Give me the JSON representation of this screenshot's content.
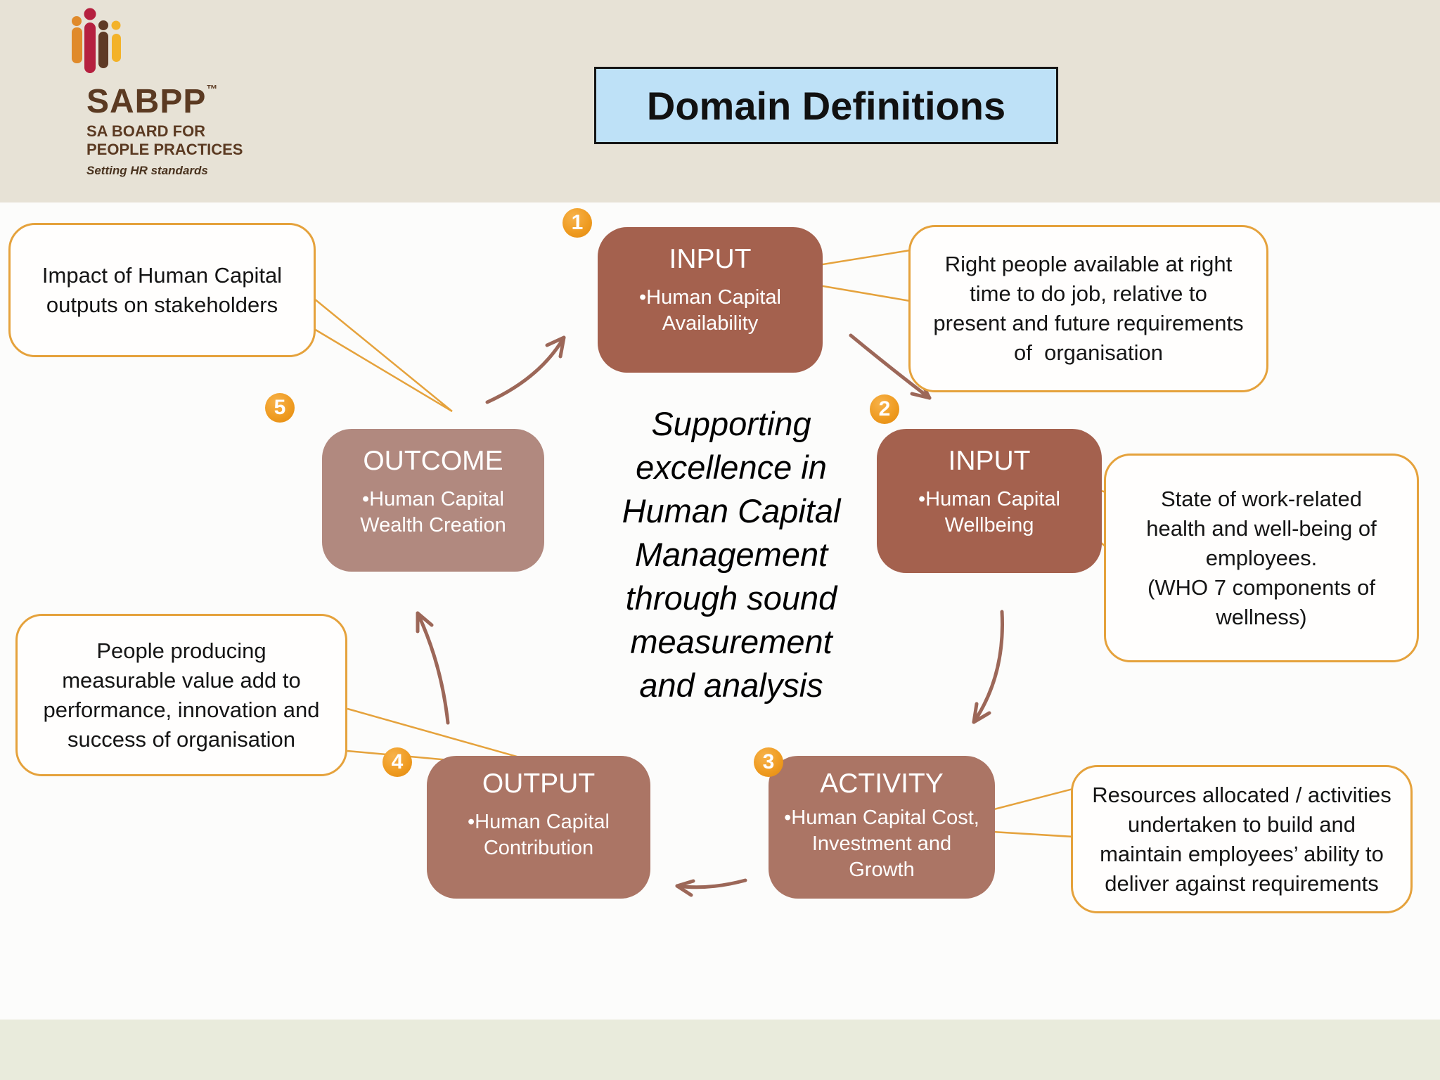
{
  "title": "Domain Definitions",
  "logo": {
    "brand": "SABPP",
    "trademark": "™",
    "subtitle": "SA BOARD FOR\nPEOPLE PRACTICES",
    "tagline": "Setting HR standards"
  },
  "center_message": "Supporting\nexcellence in\nHuman Capital\nManagement\nthrough sound\nmeasurement\nand analysis",
  "nodes": [
    {
      "number": "1",
      "header": "INPUT",
      "body": "•Human Capital\nAvailability"
    },
    {
      "number": "2",
      "header": "INPUT",
      "body": "•Human Capital\nWellbeing"
    },
    {
      "number": "3",
      "header": "ACTIVITY",
      "body": "•Human Capital Cost,\nInvestment and\nGrowth"
    },
    {
      "number": "4",
      "header": "OUTPUT",
      "body": "•Human Capital\nContribution"
    },
    {
      "number": "5",
      "header": "OUTCOME",
      "body": "•Human Capital\nWealth Creation"
    }
  ],
  "callouts": [
    {
      "text": "Right people available at right\ntime to do job, relative to\npresent and future requirements\nof  organisation"
    },
    {
      "text": "State of work-related\nhealth and well-being of\nemployees.\n(WHO 7 components of\nwellness)"
    },
    {
      "text": "Resources allocated / activities\nundertaken to build and\nmaintain employees’ ability to\ndeliver against requirements"
    },
    {
      "text": "People producing\nmeasurable value add to\nperformance, innovation and\nsuccess of organisation"
    },
    {
      "text": "Impact of Human Capital\noutputs on stakeholders"
    }
  ],
  "colors": {
    "top_band": "#e7e2d6",
    "bottom_band": "#e9ebdc",
    "title_fill": "#bee1f7",
    "node_input": "#a4614e",
    "node_mid": "#ab7565",
    "node_outcome": "#b1897f",
    "badge_orange": "#ef9c22",
    "callout_border": "#e5a23c",
    "arrow_brown": "#9c6758",
    "logo_brown": "#5b3a22"
  }
}
